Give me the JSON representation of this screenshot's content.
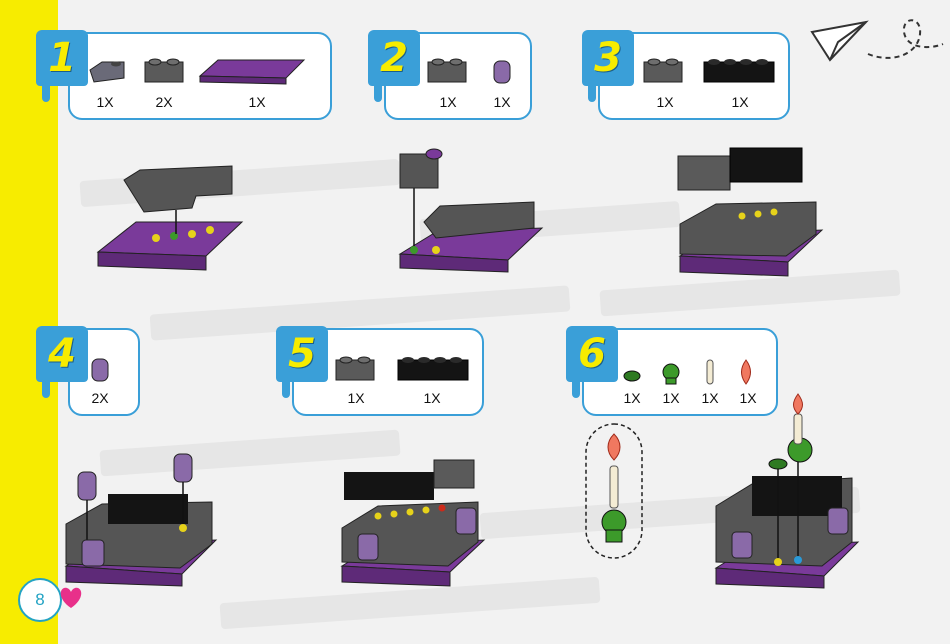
{
  "page": {
    "number": "8"
  },
  "steps": [
    {
      "number": "1",
      "quantities": [
        "1X",
        "2X",
        "1X"
      ]
    },
    {
      "number": "2",
      "quantities": [
        "1X",
        "1X"
      ]
    },
    {
      "number": "3",
      "quantities": [
        "1X",
        "1X"
      ]
    },
    {
      "number": "4",
      "quantities": [
        "2X"
      ]
    },
    {
      "number": "5",
      "quantities": [
        "1X",
        "1X"
      ]
    },
    {
      "number": "6",
      "quantities": [
        "1X",
        "1X",
        "1X",
        "1X"
      ]
    }
  ],
  "colors": {
    "accent_blue": "#3a9fd8",
    "accent_yellow": "#f7ec00",
    "brick_dark_gray": "#5a5a5a",
    "brick_black": "#141414",
    "brick_purple": "#7a3a9a",
    "brick_lavender": "#8a6aa8",
    "stud_yellow": "#e6d21a",
    "stud_green": "#3c9a2a",
    "accent_pink": "#e8308a"
  },
  "icons": [
    "paper-plane-icon",
    "heart-icon",
    "brick-icon",
    "skull-icon",
    "bone-icon",
    "flame-icon"
  ]
}
